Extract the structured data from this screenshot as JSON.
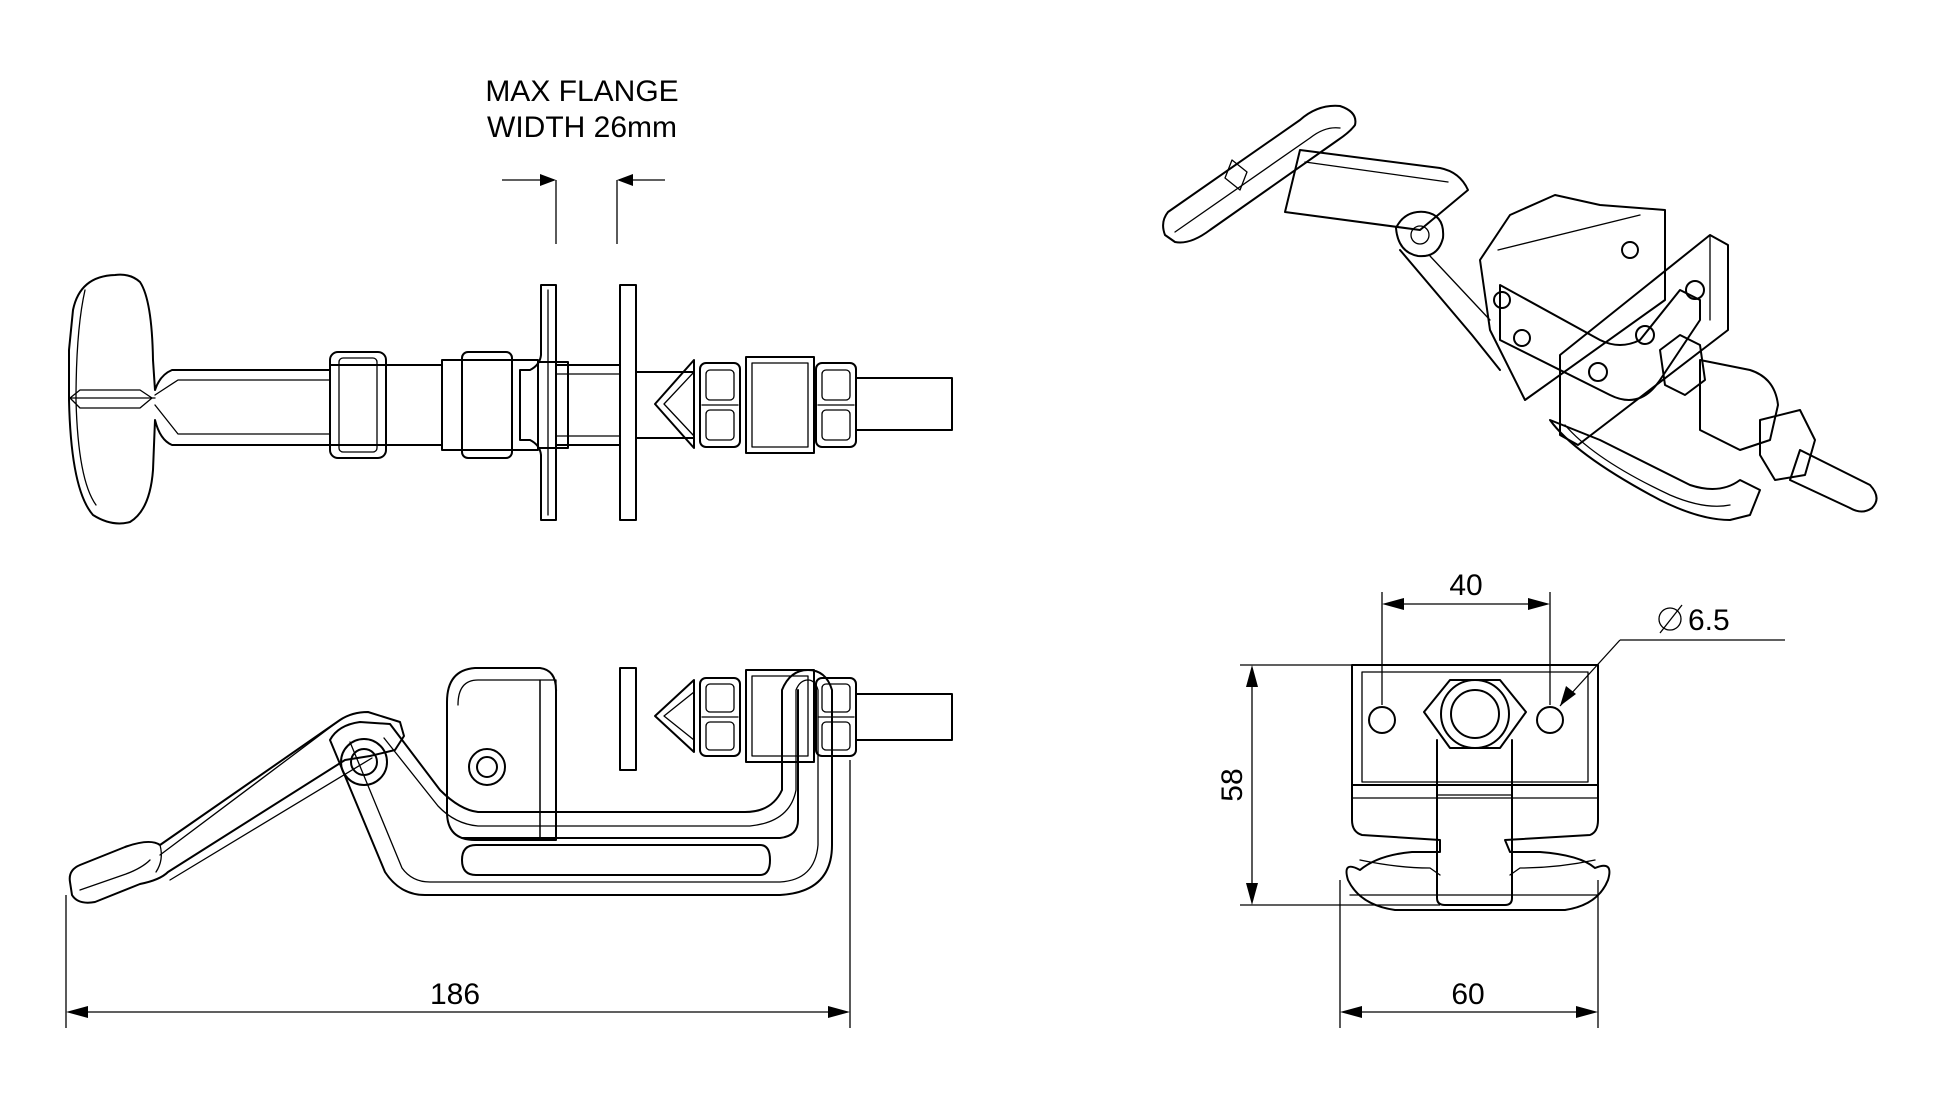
{
  "annotations": {
    "flange_line1": "MAX FLANGE",
    "flange_line2": "WIDTH 26mm",
    "overall_length": "186",
    "hole_spacing": "40",
    "hole_diameter": "6.5",
    "height": "58",
    "base_width": "60"
  }
}
